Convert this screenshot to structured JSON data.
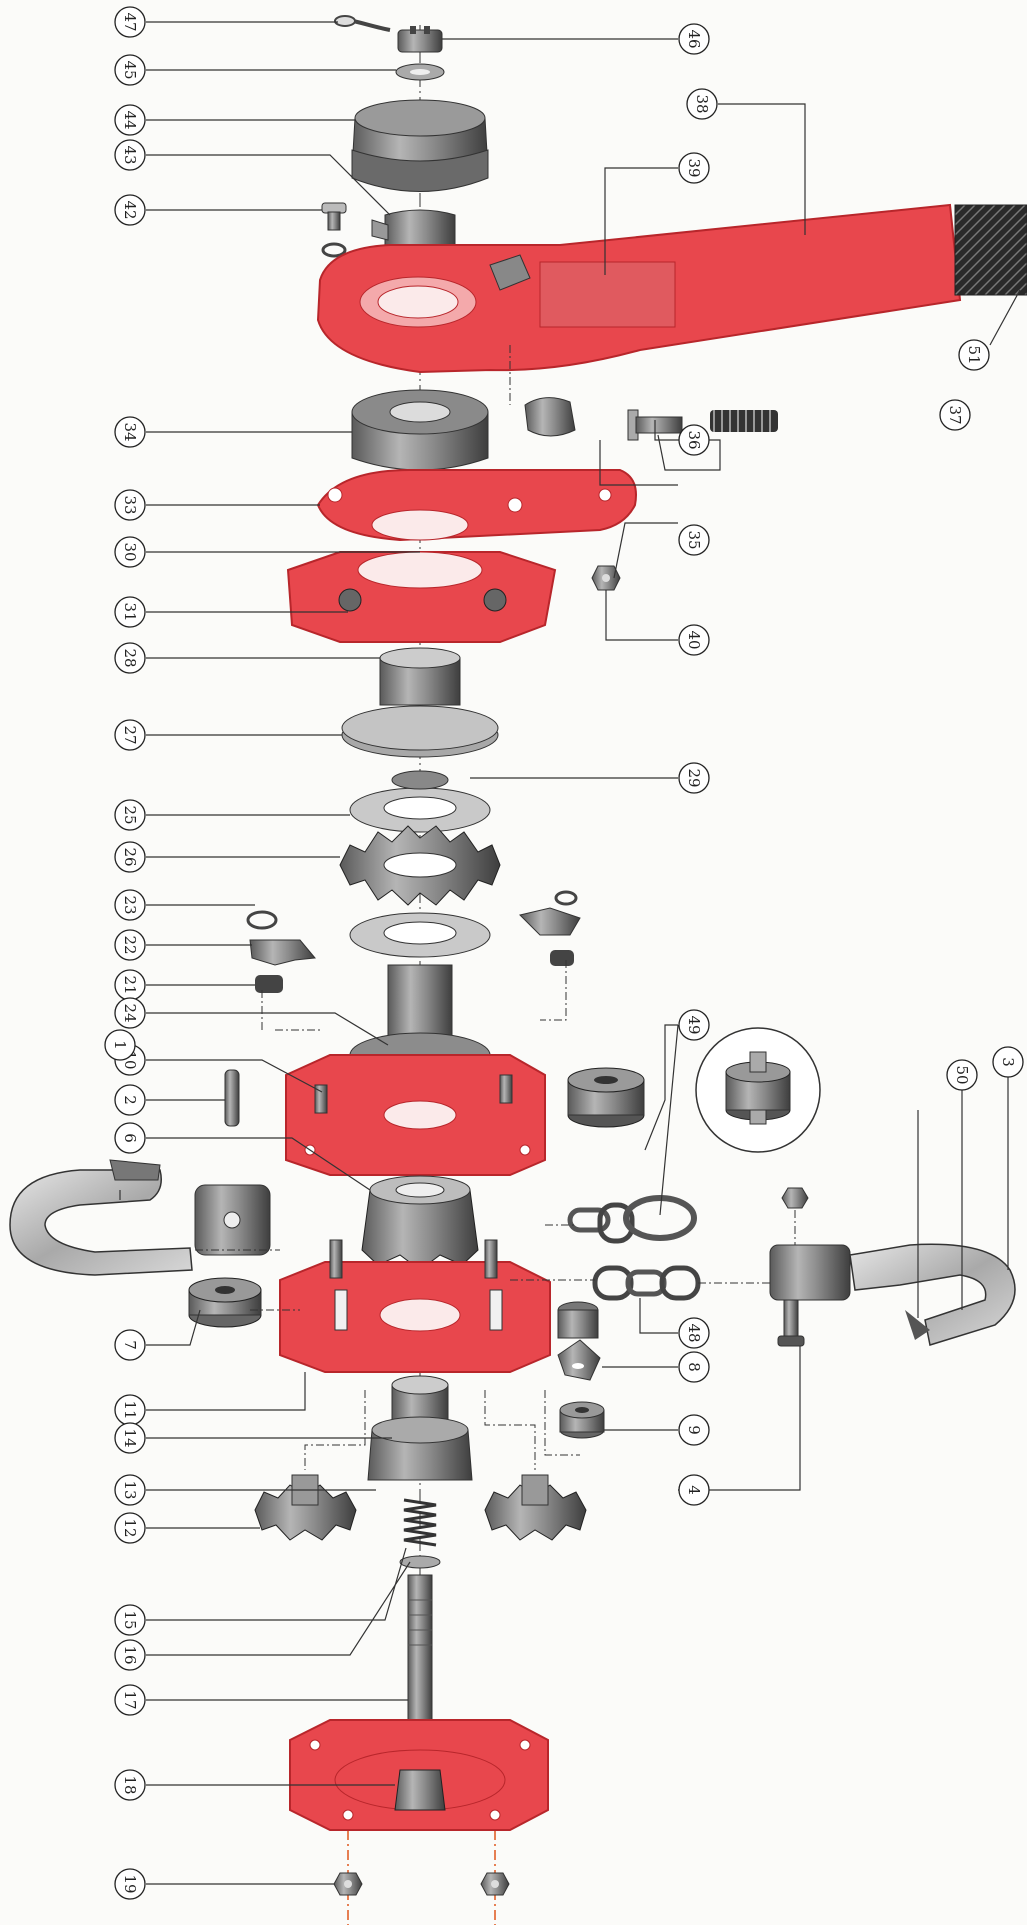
{
  "callouts": {
    "n1": "1",
    "n2": "2",
    "n3": "3",
    "n4": "4",
    "n6": "6",
    "n7": "7",
    "n8": "8",
    "n9": "9",
    "n10": "10",
    "n11": "11",
    "n12": "12",
    "n13": "13",
    "n14": "14",
    "n15": "15",
    "n16": "16",
    "n17": "17",
    "n18": "18",
    "n19": "19",
    "n21": "21",
    "n22": "22",
    "n23": "23",
    "n24": "24",
    "n25": "25",
    "n26": "26",
    "n27": "27",
    "n28": "28",
    "n29": "29",
    "n30": "30",
    "n31": "31",
    "n33": "33",
    "n34": "34",
    "n35": "35",
    "n36": "36",
    "n37": "37",
    "n38": "38",
    "n39": "39",
    "n40": "40",
    "n42": "42",
    "n43": "43",
    "n44": "44",
    "n45": "45",
    "n46": "46",
    "n47": "47",
    "n48": "48",
    "n49": "49",
    "n50": "50",
    "n51": "51"
  },
  "colors": {
    "red_part": "#e8474d",
    "red_dark": "#b8262b",
    "metal": "#8d8d8d",
    "metal_dark": "#4a4a4a",
    "metal_light": "#c9c9c9",
    "line": "#333333"
  }
}
